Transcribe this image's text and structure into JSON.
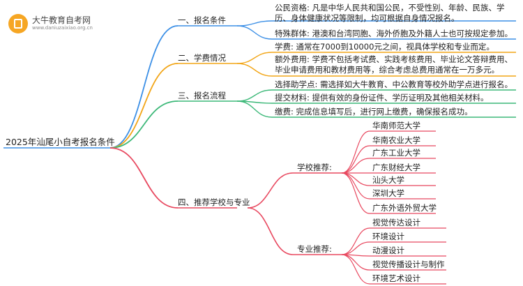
{
  "logo": {
    "name": "大牛教育自考网",
    "url": "www.daniuzaixiao.org.cn"
  },
  "root": "2025年汕尾小自考报名条件",
  "branches": [
    {
      "label": "一、报名条件",
      "color": "#3b8fe6",
      "leaves": [
        "公民资格: 凡是中华人民共和国公民，不受性别、年龄、民族、学历、身体健康状况等限制，均可根据自身情况报名。",
        "特殊群体: 港澳和台湾同胞、海外侨胞及外籍人士也可按规定参加。"
      ]
    },
    {
      "label": "二、学费情况",
      "color": "#f2a516",
      "leaves": [
        "学费: 通常在7000到10000元之间，视具体学校和专业而定。",
        "额外费用: 学费不包括考试费、实践考核费用、毕业论文答辩费用、毕业申请费用和教材费用等，综合考虑总费用通常在一万多元。"
      ]
    },
    {
      "label": "三、报名流程",
      "color": "#3cb878",
      "leaves": [
        "选择助学点: 需选择如大牛教育、中公教育等校外助学点进行报名。",
        "提交材料: 提供有效的身份证件、学历证明及其他相关材料。",
        "缴费: 完成信息填写后，进行网上缴费，确保报名成功。"
      ]
    },
    {
      "label": "四、推荐学校与专业",
      "color": "#e8485f",
      "groups": [
        {
          "label": "学校推荐:",
          "items": [
            "华南师范大学",
            "华南农业大学",
            "广东工业大学",
            "广东财经大学",
            "汕头大学",
            "深圳大学",
            "广东外语外贸大学"
          ]
        },
        {
          "label": "专业推荐:",
          "items": [
            "视觉传达设计",
            "环境设计",
            "动漫设计",
            "视觉传播设计与制作",
            "环境艺术设计"
          ]
        }
      ]
    }
  ]
}
